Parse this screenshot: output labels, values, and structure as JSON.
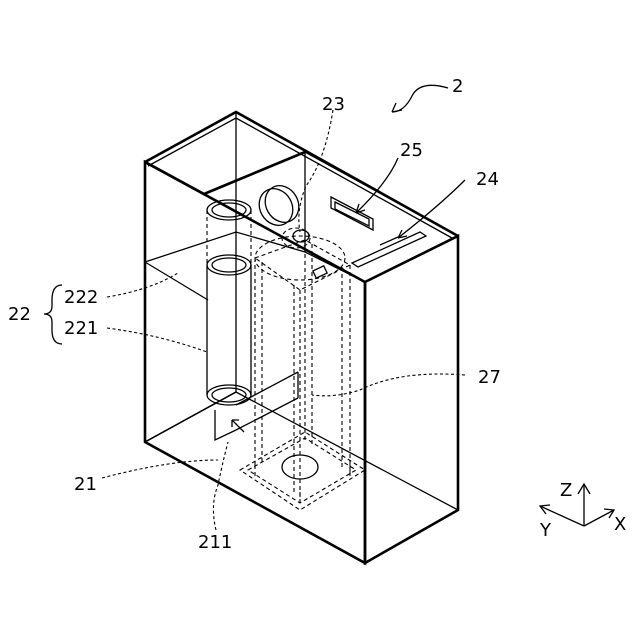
{
  "labels": {
    "device": "2",
    "pipe_top": "23",
    "part_25": "25",
    "part_24": "24",
    "group_22": "22",
    "part_222": "222",
    "part_221": "221",
    "part_27": "27",
    "part_21": "21",
    "part_211": "211"
  },
  "axes": {
    "z": "Z",
    "x": "X",
    "y": "Y"
  }
}
